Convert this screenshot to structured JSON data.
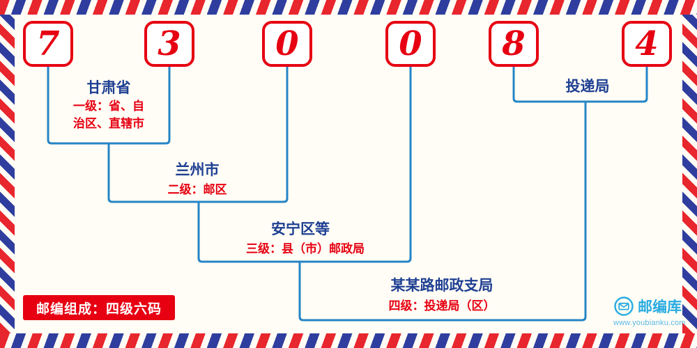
{
  "postal_code": {
    "code": "730084",
    "digits": [
      "7",
      "3",
      "0",
      "0",
      "8",
      "4"
    ]
  },
  "labels": {
    "province": {
      "title": "甘肃省",
      "desc_line1": "一级：省、自",
      "desc_line2": "治区、直辖市"
    },
    "city": {
      "title": "兰州市",
      "desc": "二级：邮区"
    },
    "district": {
      "title": "安宁区等",
      "desc": "三级：县（市）邮政局"
    },
    "branch": {
      "title": "某某路邮政支局",
      "desc": "四级：投递局（区）"
    },
    "delivery": {
      "title": "投递局"
    }
  },
  "footer": {
    "composition": "邮编组成：四级六码"
  },
  "brand": {
    "name": "邮编库",
    "url": "www.youbianku.com",
    "icon": "envelope-icon"
  },
  "colors": {
    "digit_red": "#e60012",
    "label_navy": "#1e3f92",
    "connector_blue": "#2585c7",
    "brand_blue": "#29abe2",
    "stripe_red": "#e8262d",
    "stripe_blue": "#2f3e9e"
  }
}
